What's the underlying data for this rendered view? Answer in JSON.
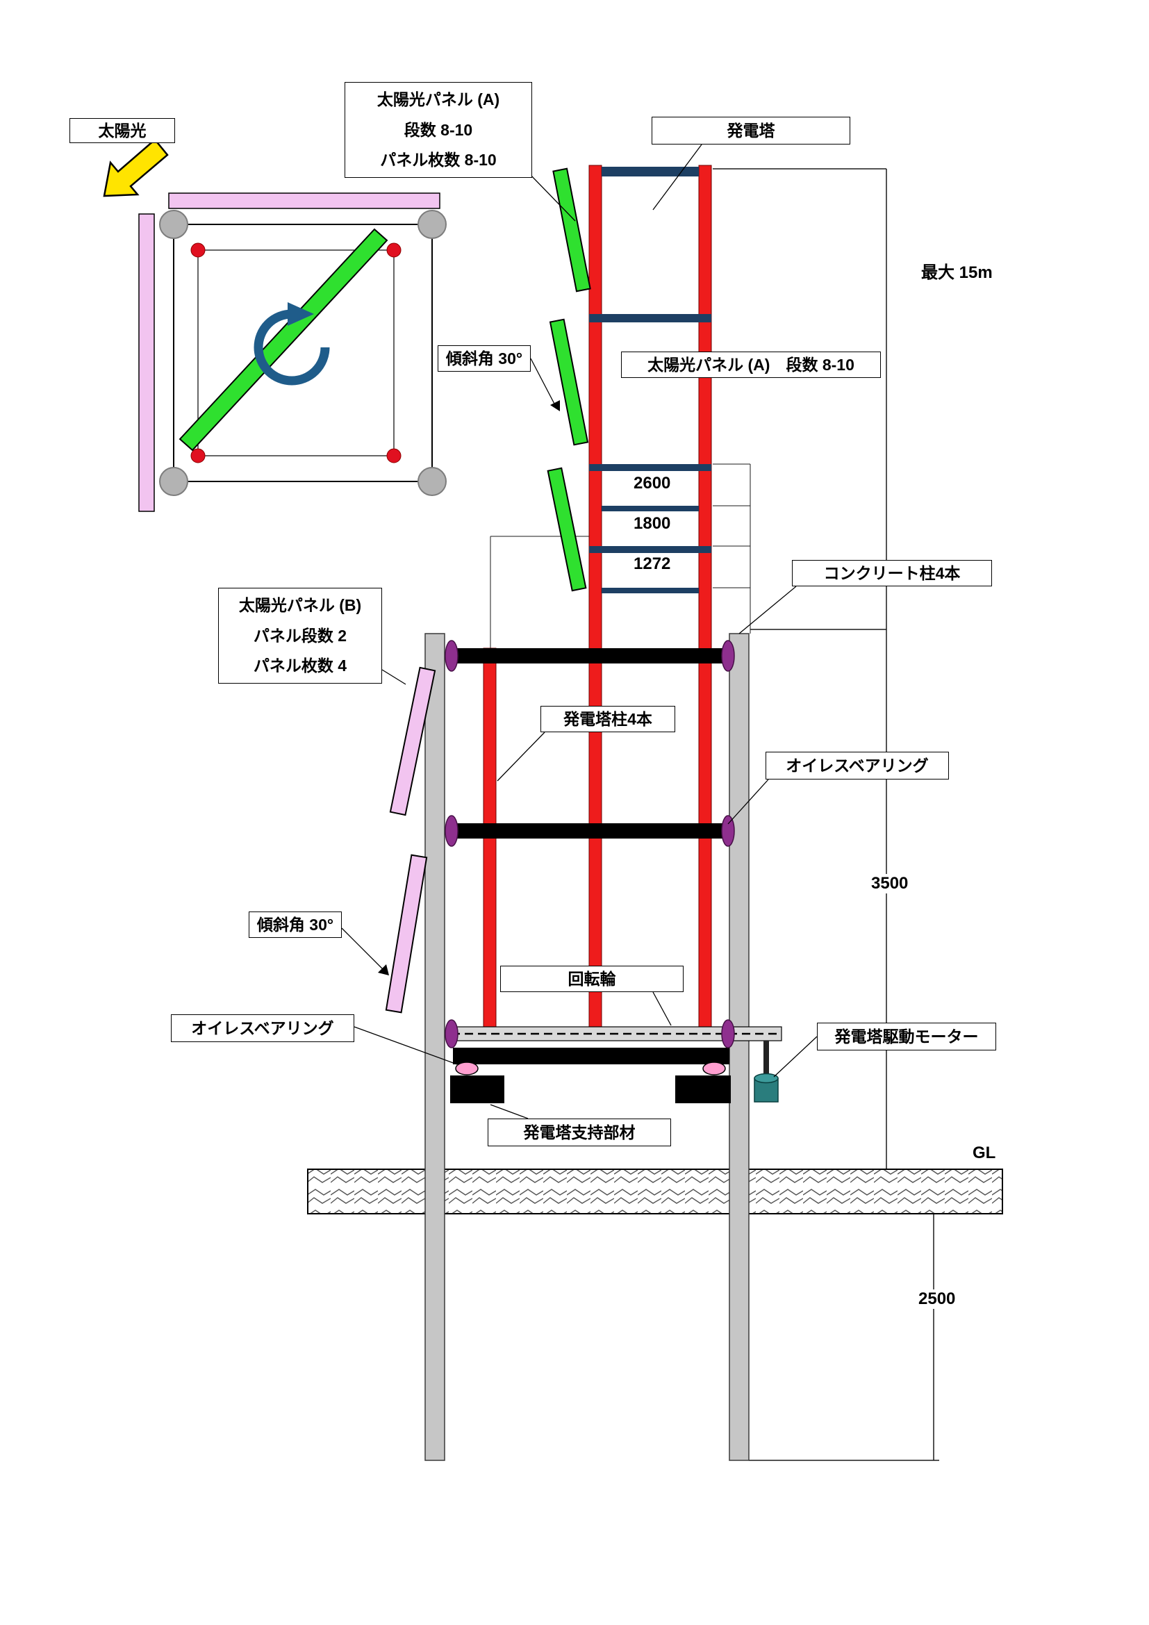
{
  "diagram": {
    "sun": {
      "label": "太陽光"
    },
    "panel_a_callout": {
      "line1": "太陽光パネル (A)",
      "line2": "段数 8-10",
      "line3": "パネル枚数 8-10"
    },
    "tower_callout": {
      "label": "発電塔"
    },
    "max_height": {
      "label": "最大 15m"
    },
    "tilt_upper": {
      "label": "傾斜角 30°"
    },
    "panel_a_inline": {
      "label": "太陽光パネル (A)　段数 8-10"
    },
    "dims": {
      "d2600": "2600",
      "d1800": "1800",
      "d1272": "1272",
      "d3500": "3500",
      "d2500": "2500"
    },
    "ground": {
      "label": "GL"
    },
    "concrete_callout": {
      "label": "コンクリート柱4本"
    },
    "panel_b_callout": {
      "line1": "太陽光パネル (B)",
      "line2": "パネル段数 2",
      "line3": "パネル枚数 4"
    },
    "tower_columns_callout": {
      "label": "発電塔柱4本"
    },
    "bearing_upper_callout": {
      "label": "オイレスベアリング"
    },
    "tilt_lower": {
      "label": "傾斜角 30°"
    },
    "wheel_callout": {
      "label": "回転輪"
    },
    "bearing_lower_callout": {
      "label": "オイレスベアリング"
    },
    "motor_callout": {
      "label": "発電塔駆動モーター"
    },
    "support_callout": {
      "label": "発電塔支持部材"
    }
  },
  "colors": {
    "tower_red": "#ee1c1c",
    "steel_rung": "#1d3f63",
    "panel_green": "#2fe02f",
    "panel_pink": "#f2c4f0",
    "bearing_purple": "#8e2f8e",
    "bearing_pink": "#ff9fd0",
    "concrete_gray": "#c6c6c6",
    "motor_teal": "#2a7d7d",
    "sun_yellow": "#ffe400",
    "rotation_blue": "#1f5c8a",
    "corner_gray": "#b3b3b3",
    "dot_red": "#e01020"
  }
}
